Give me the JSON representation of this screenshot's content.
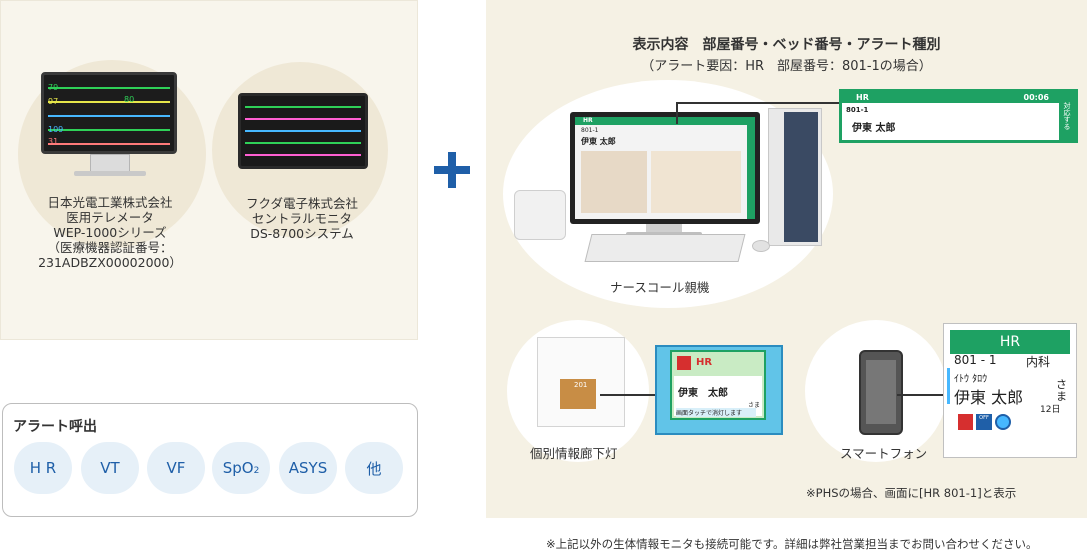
{
  "devices": {
    "nihon_kohden": {
      "lines": [
        "日本光電工業株式会社",
        "医用テレメータ",
        "WEP-1000シリーズ",
        "（医療機器認証番号：",
        "231ADBZX00002000）"
      ],
      "screen_values": [
        "79",
        "97",
        "80",
        "109",
        "31"
      ]
    },
    "fukuda": {
      "lines": [
        "フクダ電子株式会社",
        "セントラルモニタ",
        "DS-8700システム"
      ]
    }
  },
  "alerts": {
    "title": "アラート呼出",
    "items": [
      "H R",
      "VT",
      "VF",
      "SpO",
      "ASYS",
      "他"
    ],
    "spo2_sub": "2"
  },
  "display": {
    "title": "表示内容　部屋番号・ベッド番号・アラート種別",
    "subtitle": "（アラート要因：HR　部屋番号：801-1の場合）"
  },
  "nurse_call": {
    "label": "ナースコール親機",
    "screen": {
      "alert": "HR",
      "room": "801-1",
      "name": "伊東 太郎"
    }
  },
  "alert_card": {
    "alert": "HR",
    "time": "00:06",
    "room": "801-1",
    "name": "伊東 太郎",
    "side_text": "対応する"
  },
  "corridor": {
    "label": "個別情報廊下灯",
    "lamp_number": "201",
    "panel_alert": "HR",
    "panel_name": "伊東　太郎",
    "panel_suffix": "さま",
    "panel_footer": "画面タッチで消灯します"
  },
  "smartphone": {
    "label": "スマートフォン",
    "screen": {
      "alert": "HR",
      "room": "801 - 1",
      "dept": "内科",
      "kana": "ｲﾄｳ ﾀﾛｳ",
      "name": "伊東 太郎",
      "suffix_1": "さ",
      "suffix_2": "ま",
      "day": "12日",
      "off_label": "OFF"
    }
  },
  "notes": {
    "phs": "※PHSの場合、画面に[HR 801-1]と表示",
    "footer": "※上記以外の生体情報モニタも接続可能です。詳細は弊社営業担当までお問い合わせください。"
  },
  "colors": {
    "accent_blue": "#1f5fa8",
    "alert_green": "#1ea163",
    "panel_beige": "#f5f1e4",
    "pill_bg": "#e6f0f8"
  }
}
